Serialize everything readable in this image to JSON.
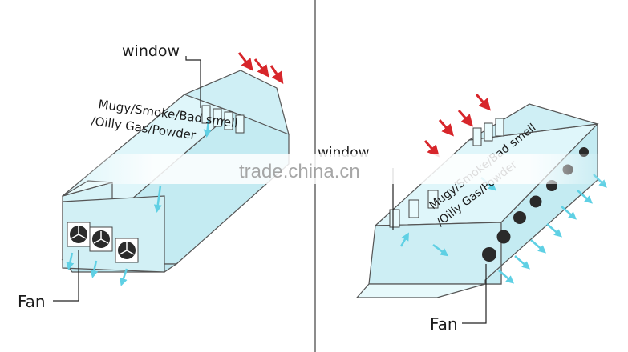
{
  "left_panel": {
    "window_label": "window",
    "air_label_line1": "Mugy/Smoke/Bad smell",
    "air_label_line2": "/Oilly Gas/Powder",
    "fan_label": "Fan"
  },
  "right_panel": {
    "window_label": "window",
    "air_label_line1": "Mugy/Smoke/Bad smell",
    "air_label_line2": "/Oilly Gas/Powder",
    "fan_label": "Fan"
  },
  "watermark": "trade.china.cn",
  "colors": {
    "building_fill": "#cfeff5",
    "building_stroke": "#555555",
    "intake_arrow": "#d7262b",
    "airflow_arrow": "#5fd0e4",
    "fan_disc": "#2a2a2a",
    "divider": "#666666"
  }
}
